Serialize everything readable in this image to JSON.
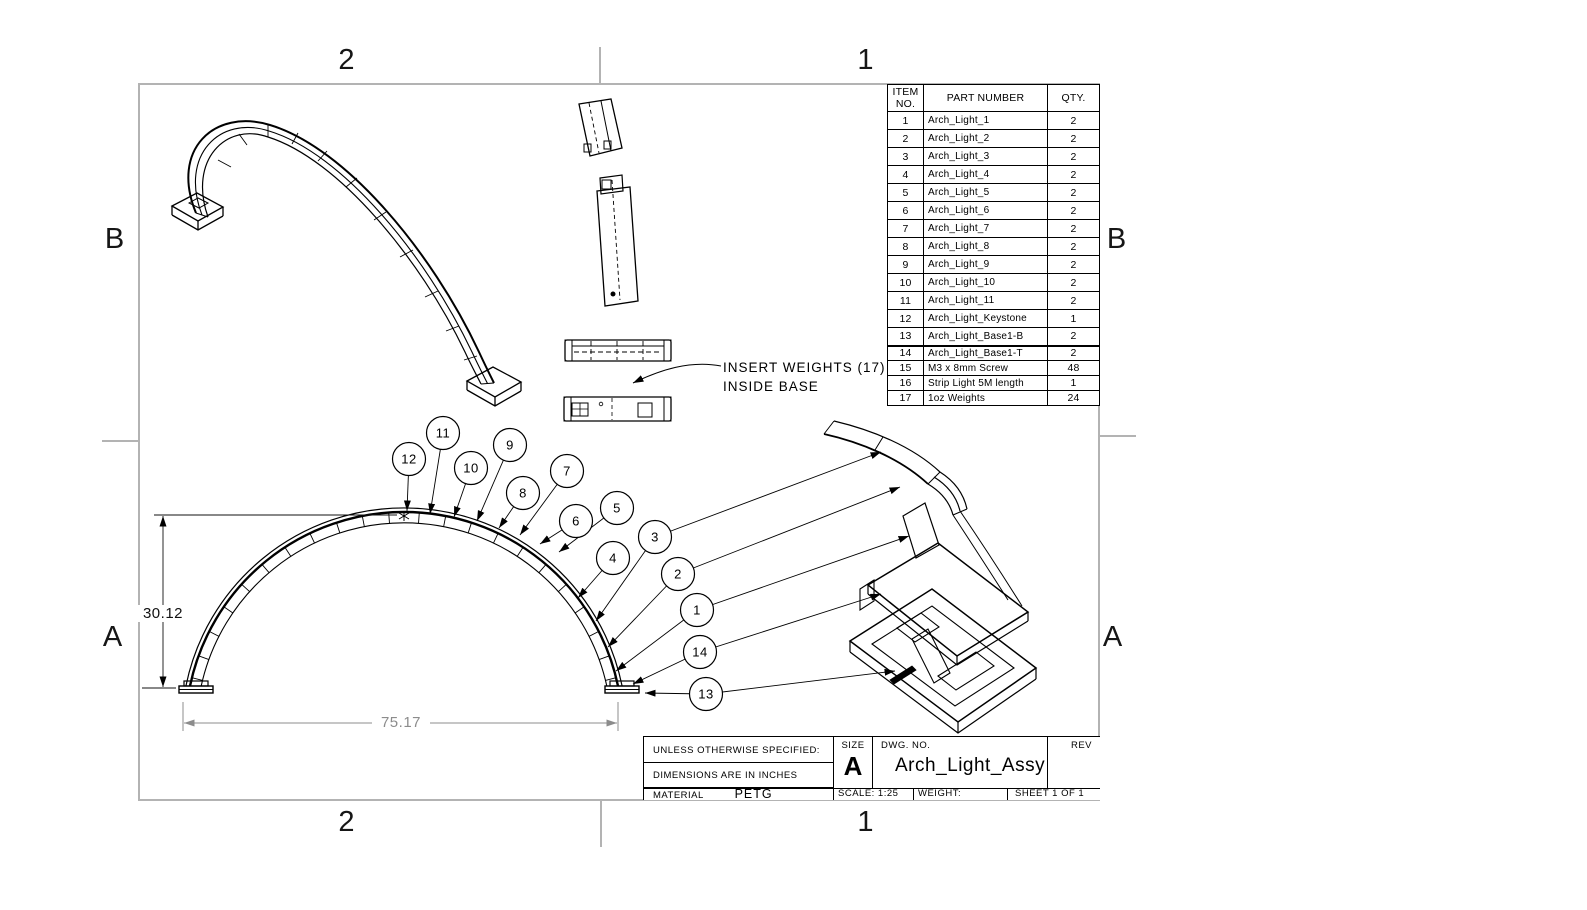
{
  "sheet": {
    "zones": {
      "top": [
        "2",
        "1"
      ],
      "bottom": [
        "2",
        "1"
      ],
      "left": [
        "B",
        "A"
      ],
      "right": [
        "B",
        "A"
      ]
    }
  },
  "bom": {
    "headers": [
      "ITEM NO.",
      "PART NUMBER",
      "QTY."
    ],
    "rows": [
      {
        "item": "1",
        "part": "Arch_Light_1",
        "qty": "2"
      },
      {
        "item": "2",
        "part": "Arch_Light_2",
        "qty": "2"
      },
      {
        "item": "3",
        "part": "Arch_Light_3",
        "qty": "2"
      },
      {
        "item": "4",
        "part": "Arch_Light_4",
        "qty": "2"
      },
      {
        "item": "5",
        "part": "Arch_Light_5",
        "qty": "2"
      },
      {
        "item": "6",
        "part": "Arch_Light_6",
        "qty": "2"
      },
      {
        "item": "7",
        "part": "Arch_Light_7",
        "qty": "2"
      },
      {
        "item": "8",
        "part": "Arch_Light_8",
        "qty": "2"
      },
      {
        "item": "9",
        "part": "Arch_Light_9",
        "qty": "2"
      },
      {
        "item": "10",
        "part": "Arch_Light_10",
        "qty": "2"
      },
      {
        "item": "11",
        "part": "Arch_Light_11",
        "qty": "2"
      },
      {
        "item": "12",
        "part": "Arch_Light_Keystone",
        "qty": "1"
      },
      {
        "item": "13",
        "part": "Arch_Light_Base1-B",
        "qty": "2"
      },
      {
        "item": "14",
        "part": "Arch_Light_Base1-T",
        "qty": "2"
      },
      {
        "item": "15",
        "part": "M3 x 8mm Screw",
        "qty": "48"
      },
      {
        "item": "16",
        "part": "Strip Light 5M length",
        "qty": "1"
      },
      {
        "item": "17",
        "part": "1oz Weights",
        "qty": "24"
      }
    ]
  },
  "note": {
    "line1": "INSERT WEIGHTS (17)",
    "line2": "INSIDE BASE"
  },
  "dimensions": {
    "height": "30.12",
    "width": "75.17"
  },
  "balloons": {
    "labels": [
      "12",
      "11",
      "10",
      "9",
      "8",
      "7",
      "6",
      "5",
      "4",
      "3",
      "2",
      "1",
      "14",
      "13"
    ]
  },
  "title_block": {
    "tolerance_note": "UNLESS OTHERWISE SPECIFIED:",
    "units_note": "DIMENSIONS ARE IN INCHES",
    "material_label": "MATERIAL",
    "material_value": "PETG",
    "size_label": "SIZE",
    "size_value": "A",
    "dwg_no_label": "DWG.  NO.",
    "dwg_no_value": "Arch_Light_Assy",
    "rev_label": "REV",
    "scale": "SCALE: 1:25",
    "weight_label": "WEIGHT:",
    "sheet_label": "SHEET 1 OF 1"
  },
  "colors": {
    "line": "#000000",
    "sheet_border": "#b3b3b3",
    "dim_gray": "#8c8c8c"
  }
}
